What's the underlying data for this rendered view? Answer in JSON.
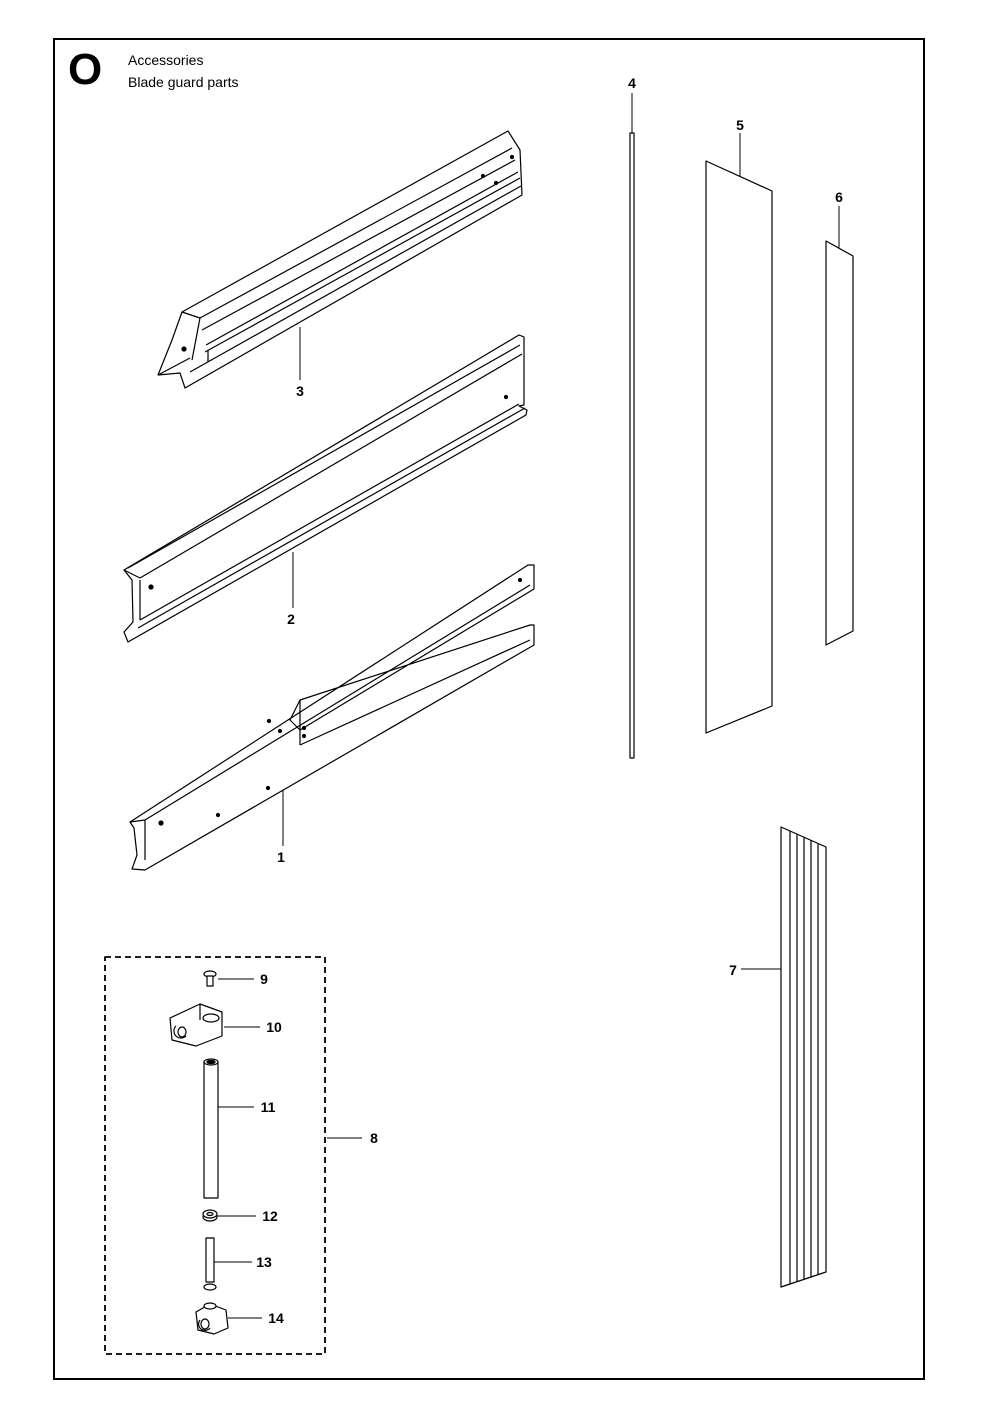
{
  "header": {
    "section_letter": "O",
    "title_line1": "Accessories",
    "title_line2": "Blade guard parts"
  },
  "callouts": [
    {
      "id": "1",
      "label": "1"
    },
    {
      "id": "2",
      "label": "2"
    },
    {
      "id": "3",
      "label": "3"
    },
    {
      "id": "4",
      "label": "4"
    },
    {
      "id": "5",
      "label": "5"
    },
    {
      "id": "6",
      "label": "6"
    },
    {
      "id": "7",
      "label": "7"
    },
    {
      "id": "8",
      "label": "8"
    },
    {
      "id": "9",
      "label": "9"
    },
    {
      "id": "10",
      "label": "10"
    },
    {
      "id": "11",
      "label": "11"
    },
    {
      "id": "12",
      "label": "12"
    },
    {
      "id": "13",
      "label": "13"
    },
    {
      "id": "14",
      "label": "14"
    }
  ]
}
